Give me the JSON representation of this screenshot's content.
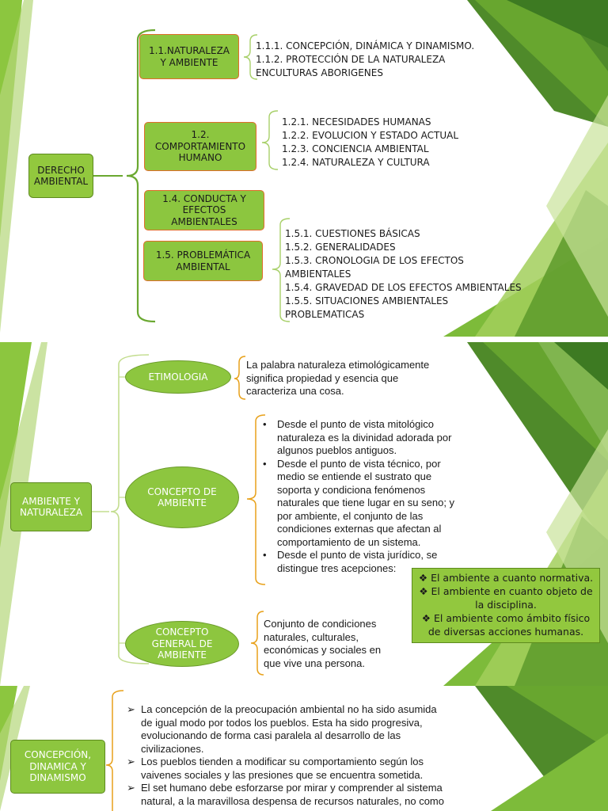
{
  "slide1": {
    "root": "DERECHO AMBIENTAL",
    "nodes": [
      {
        "label": "1.1.NATURALEZA Y AMBIENTE",
        "items": [
          "1.1.1. CONCEPCIÓN, DINÁMICA Y DINAMISMO.",
          "1.1.2. PROTECCIÓN DE LA NATURALEZA",
          "ENCULTURAS ABORIGENES"
        ]
      },
      {
        "label": "1.2. COMPORTAMIENTO HUMANO",
        "items": [
          "1.2.1. NECESIDADES HUMANAS",
          "1.2.2. EVOLUCION Y ESTADO ACTUAL",
          "1.2.3. CONCIENCIA AMBIENTAL",
          "1.2.4. NATURALEZA Y CULTURA"
        ]
      },
      {
        "label": "1.4. CONDUCTA Y EFECTOS AMBIENTALES",
        "items": []
      },
      {
        "label": "1.5. PROBLEMÁTICA AMBIENTAL",
        "items": [
          "1.5.1. CUESTIONES BÁSICAS",
          "1.5.2. GENERALIDADES",
          "1.5.3. CRONOLOGIA DE LOS EFECTOS",
          "AMBIENTALES",
          "1.5.4. GRAVEDAD DE LOS EFECTOS AMBIENTALES",
          "1.5.5. SITUACIONES AMBIENTALES",
          "PROBLEMATICAS"
        ]
      }
    ]
  },
  "slide2": {
    "root": "AMBIENTE Y NATURALEZA",
    "etimologia": {
      "label": "ETIMOLOGIA",
      "text": [
        "La palabra naturaleza etimológicamente",
        "significa propiedad y esencia que",
        "caracteriza una cosa."
      ]
    },
    "concepto": {
      "label": "CONCEPTO DE AMBIENTE",
      "bullets": [
        [
          "Desde el punto de vista mitológico",
          "naturaleza es la divinidad adorada por",
          "algunos pueblos antiguos."
        ],
        [
          "Desde el punto de vista técnico, por",
          "medio se entiende el sustrato que",
          "soporta y condiciona fenómenos",
          "naturales que tiene lugar en su seno; y",
          "por ambiente, el conjunto de las",
          "condiciones externas que afectan al",
          "comportamiento de un sistema."
        ],
        [
          "Desde el punto de vista jurídico, se",
          "distingue tres acepciones:"
        ]
      ],
      "acepciones": [
        "El ambiente a cuanto normativa.",
        "El ambiente en cuanto objeto de la disciplina.",
        "El ambiente como ámbito físico de diversas acciones humanas."
      ]
    },
    "general": {
      "label": "CONCEPTO GENERAL DE AMBIENTE",
      "text": [
        "Conjunto de condiciones",
        "naturales, culturales,",
        "económicas y sociales en",
        "que vive una persona."
      ]
    }
  },
  "slide3": {
    "root": "CONCEPCIÓN, DINAMICA Y DINAMISMO",
    "bullets": [
      [
        "La concepción de la preocupación ambiental no ha sido asumida",
        "de igual modo por todos los pueblos. Esta ha sido progresiva,",
        "evolucionando de forma casi paralela al desarrollo de las",
        "civilizaciones."
      ],
      [
        "Los pueblos tienden a modificar su comportamiento según los",
        "vaivenes sociales y las presiones que se encuentra sometida."
      ],
      [
        "El set humano debe esforzarse por mirar y comprender al sistema",
        "natural, a la maravillosa despensa de recursos naturales, no como"
      ]
    ]
  },
  "colors": {
    "node_fill": "#92c83e",
    "node_border_orange": "#e06c2c",
    "bracket_green": "#6aa830",
    "bracket_orange": "#e8a11a",
    "deco_light": "#c9e29a",
    "deco_mid": "#8cc63f",
    "deco_dark": "#4f8a2a"
  },
  "icons": {
    "bullet": "bullet-dot",
    "arrow_bullet": "arrow-bullet",
    "diamond_bullet": "diamond-bullet"
  }
}
